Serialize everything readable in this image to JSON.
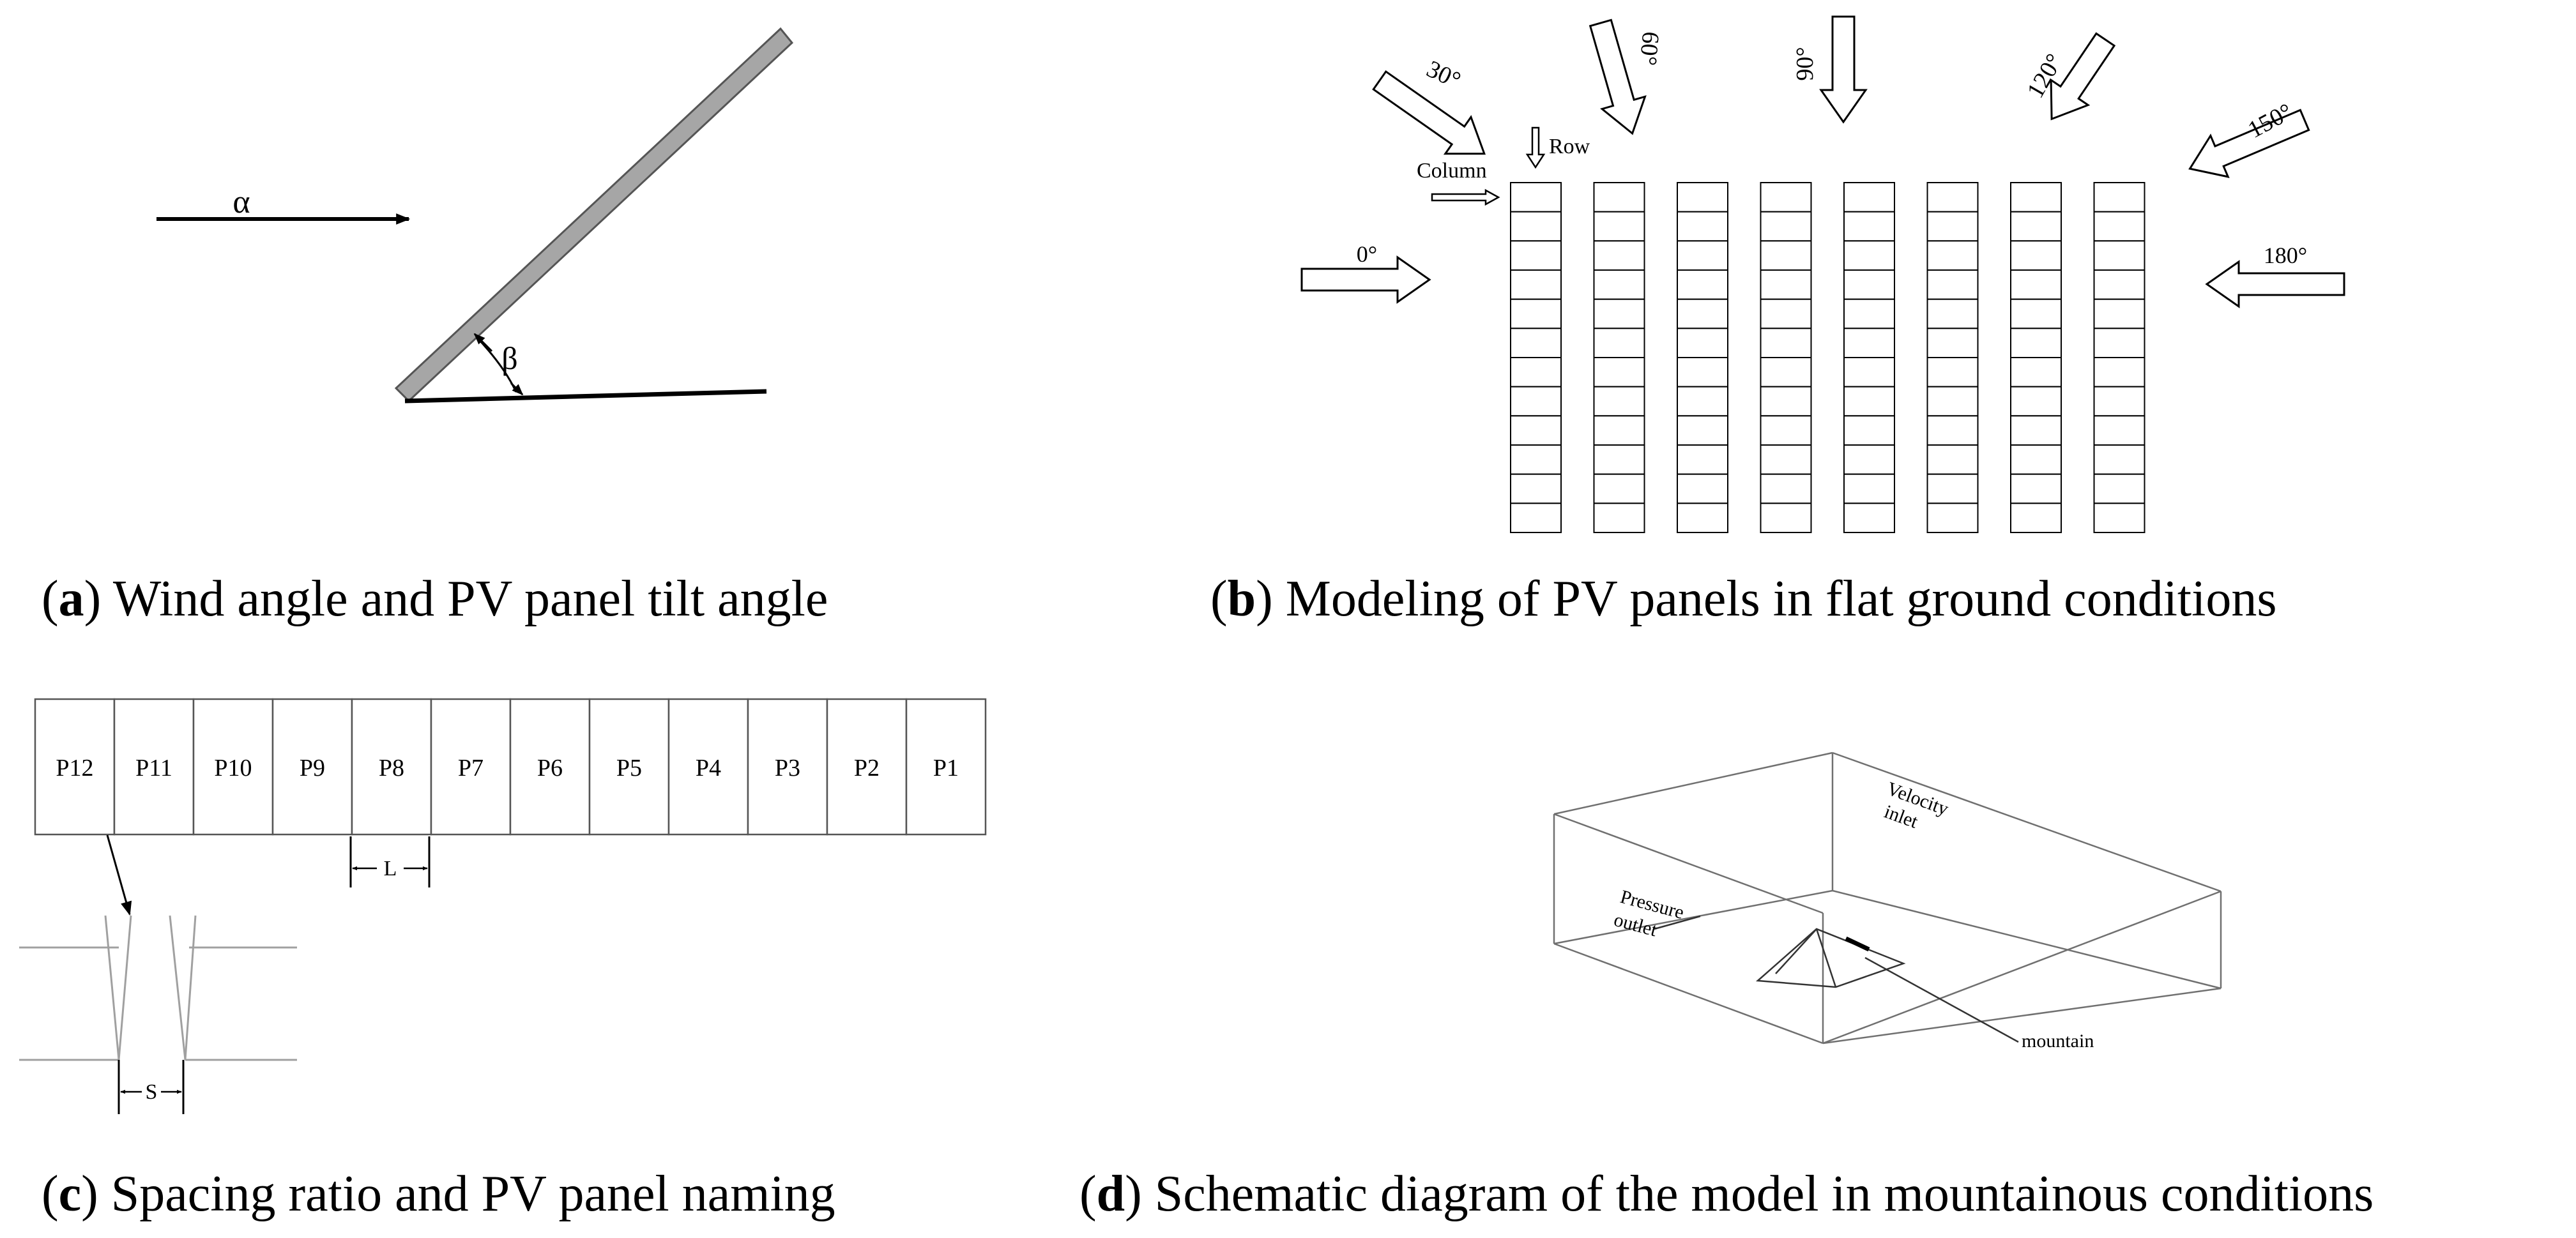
{
  "panel_a": {
    "letter": "a",
    "caption": "Wind angle and PV panel tilt angle",
    "alpha_label": "α",
    "beta_label": "β"
  },
  "panel_b": {
    "letter": "b",
    "caption": "Modeling of PV panels in flat ground conditions",
    "row_label": "Row",
    "column_label": "Column",
    "wind_angles": [
      "0°",
      "30°",
      "60°",
      "90°",
      "120°",
      "150°",
      "180°"
    ],
    "columns": 8,
    "rows": 12
  },
  "panel_c": {
    "letter": "c",
    "caption": "Spacing ratio and PV panel naming",
    "panels": [
      "P12",
      "P11",
      "P10",
      "P9",
      "P8",
      "P7",
      "P6",
      "P5",
      "P4",
      "P3",
      "P2",
      "P1"
    ],
    "length_label": "L",
    "spacing_label": "S"
  },
  "panel_d": {
    "letter": "d",
    "caption": "Schematic diagram of the model in mountainous conditions",
    "velocity_inlet": [
      "Velocity",
      "inlet"
    ],
    "pressure_outlet": [
      "Pressure",
      "outlet"
    ],
    "mountain_label": "mountain"
  },
  "colors": {
    "panel_fill": "#a6a6a6",
    "line": "#000000",
    "light_line": "#a0a0a0"
  }
}
